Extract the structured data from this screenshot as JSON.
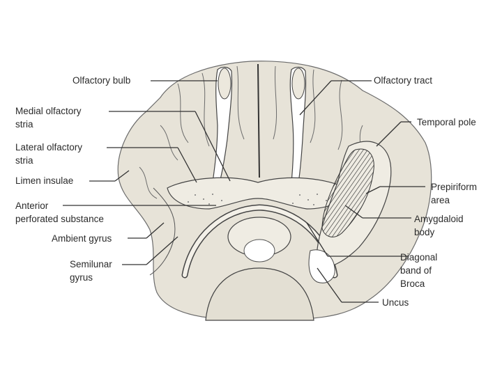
{
  "labels": {
    "olfactory_bulb": "Olfactory bulb",
    "olfactory_tract": "Olfactory tract",
    "medial_olfactory_stria": [
      "Medial olfactory",
      "stria"
    ],
    "temporal_pole": "Temporal pole",
    "lateral_olfactory_stria": [
      "Lateral olfactory",
      "stria"
    ],
    "limen_insulae": "Limen insulae",
    "prepiriform_area": [
      "Prepiriform",
      "area"
    ],
    "anterior_perforated_substance": [
      "Anterior",
      "perforated substance"
    ],
    "amygdaloid_body": [
      "Amygdaloid",
      "body"
    ],
    "ambient_gyrus": "Ambient gyrus",
    "diagonal_band_of_broca": [
      "Diagonal",
      "band of",
      "Broca"
    ],
    "semilunar_gyrus": [
      "Semilunar",
      "gyrus"
    ],
    "uncus": "Uncus"
  },
  "colors": {
    "tissue": "#e7e3d8",
    "outline": "#555555",
    "leader": "#333333",
    "text": "#2a2a2a"
  }
}
